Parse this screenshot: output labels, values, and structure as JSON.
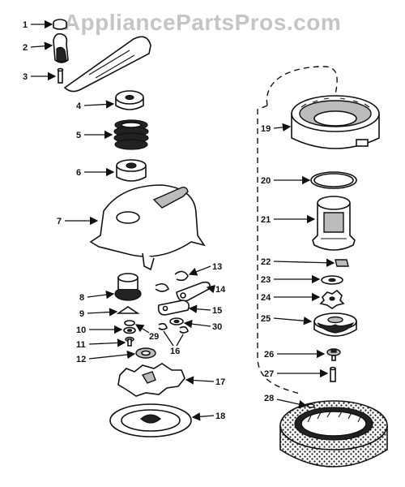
{
  "watermark": "AppliancePartsPros.com",
  "callouts": [
    "1",
    "2",
    "3",
    "4",
    "5",
    "6",
    "7",
    "8",
    "9",
    "10",
    "11",
    "12",
    "13",
    "14",
    "15",
    "16",
    "17",
    "18",
    "29",
    "30",
    "19",
    "20",
    "21",
    "22",
    "23",
    "24",
    "25",
    "26",
    "27",
    "28"
  ],
  "colors": {
    "line": "#111111",
    "background": "#ffffff",
    "watermark": "#969696"
  }
}
